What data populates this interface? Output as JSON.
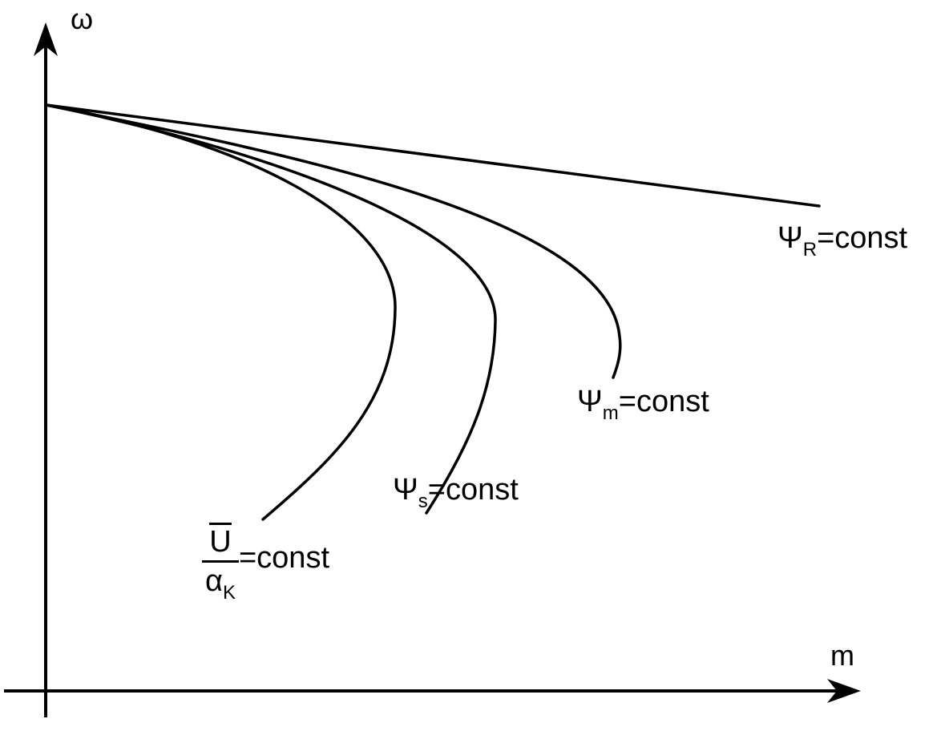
{
  "chart_data": {
    "type": "line",
    "title": "",
    "xlabel": "m",
    "ylabel": "ω",
    "grid": false,
    "series": [
      {
        "name": "ΨR=const",
        "label_symbol": "Ψ",
        "label_subscript": "R",
        "label_suffix": "=const",
        "points": [
          [
            0,
            1.0
          ],
          [
            10,
            0.86
          ]
        ]
      },
      {
        "name": "Ψm=const",
        "label_symbol": "Ψ",
        "label_subscript": "m",
        "label_suffix": "=const",
        "points": [
          [
            0,
            1.0
          ],
          [
            4.6,
            0.54
          ],
          [
            7.3,
            0.07
          ],
          [
            7.55,
            -0.4
          ]
        ]
      },
      {
        "name": "Ψs=const",
        "label_symbol": "Ψ",
        "label_subscript": "s",
        "label_suffix": "=const",
        "points": [
          [
            0,
            1.0
          ],
          [
            3.4,
            0.53
          ],
          [
            5.7,
            -0.28
          ],
          [
            5.0,
            -0.94
          ]
        ]
      },
      {
        "name": "U/αK=const",
        "label_numerator": "U",
        "label_denominator": "α",
        "label_den_subscript": "K",
        "label_suffix": "=const",
        "points": [
          [
            0,
            1.0
          ],
          [
            2.8,
            0.51
          ],
          [
            4.6,
            -0.39
          ],
          [
            2.8,
            -1.5
          ]
        ]
      }
    ]
  }
}
